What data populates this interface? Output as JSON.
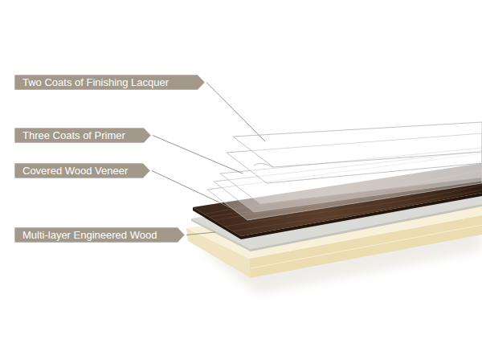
{
  "diagram": {
    "nodes": [
      {
        "text": [
          "Two Coats of Finishing Lacquer"
        ]
      },
      {
        "text": [
          "Three Coats of Primer"
        ]
      },
      {
        "text": [
          "Covered Wood Veneer"
        ]
      },
      {
        "text": [
          "Multi-layer Engineered Wood"
        ]
      }
    ]
  }
}
